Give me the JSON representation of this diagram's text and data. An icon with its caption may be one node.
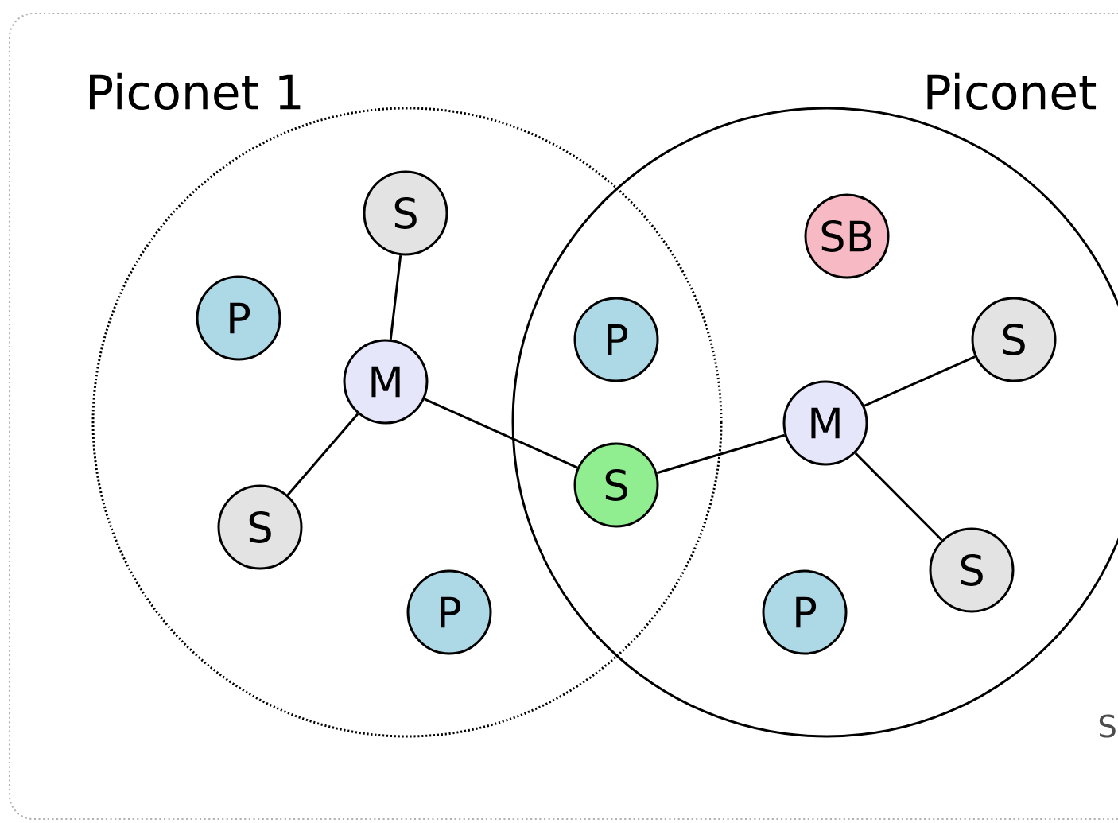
{
  "diagram": {
    "nodes": [
      {
        "text": [
          "Piconet 1"
        ]
      },
      {
        "text": [
          "Piconet"
        ]
      },
      {
        "text": [
          "S"
        ],
        "in": 0
      },
      {
        "text": [
          "P"
        ],
        "in": 0
      },
      {
        "text": [
          "M"
        ],
        "in": 0
      },
      {
        "text": [
          "S"
        ],
        "in": 0
      },
      {
        "text": [
          "P"
        ],
        "in": 0
      },
      {
        "text": [
          "P"
        ]
      },
      {
        "text": [
          "S"
        ]
      },
      {
        "text": [
          "SB"
        ],
        "in": 1
      },
      {
        "text": [
          "S"
        ],
        "in": 1
      },
      {
        "text": [
          "M"
        ],
        "in": 1
      },
      {
        "text": [
          "S"
        ],
        "in": 1
      },
      {
        "text": [
          "P"
        ],
        "in": 1
      }
    ],
    "edges": [
      {
        "from": 4,
        "to": 2,
        "arrow": "none"
      },
      {
        "from": 4,
        "to": 5,
        "arrow": "none"
      },
      {
        "from": 4,
        "to": 8,
        "arrow": "none"
      },
      {
        "from": 8,
        "to": 11,
        "arrow": "none"
      },
      {
        "from": 11,
        "to": 10,
        "arrow": "none"
      },
      {
        "from": 11,
        "to": 12,
        "arrow": "none"
      }
    ],
    "labels": [
      "S"
    ]
  }
}
